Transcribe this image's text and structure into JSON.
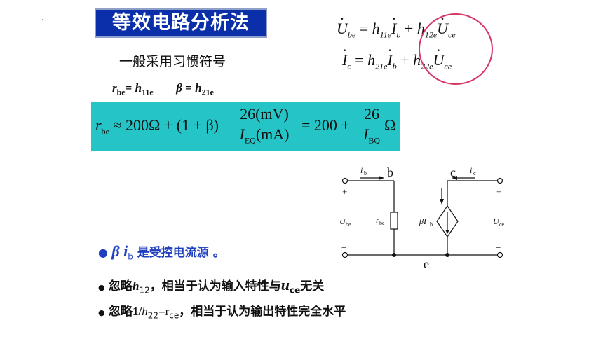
{
  "slide": {
    "title": "等效电路分析法",
    "subtitle": "一般采用习惯符号",
    "params": {
      "rbe_lhs": "r",
      "rbe_sub": "be",
      "eq1": "= ",
      "h11": "h",
      "h11_sub": "11e",
      "beta": "β",
      "eq2": " = ",
      "h21": "h",
      "h21_sub": "21e"
    },
    "equations": {
      "eq1": {
        "U": "U",
        "U_sub": "be",
        "equals": "=",
        "h1": "h",
        "h1_sub": "11e",
        "I": "I",
        "I_sub": "b",
        "plus": "+",
        "h2": "h",
        "h2_sub": "12e",
        "U2": "U",
        "U2_sub": "ce"
      },
      "eq2": {
        "I": "I",
        "I_sub": "c",
        "equals": "=",
        "h1": "h",
        "h1_sub": "21e",
        "I2": "I",
        "I2_sub": "b",
        "plus": "+",
        "h2": "h",
        "h2_sub": "22e",
        "U": "U",
        "U_sub": "ce"
      }
    },
    "formula": {
      "r": "r",
      "r_sub": "be",
      "approx": "≈ 200Ω + (1 + β)",
      "num1": "26(mV)",
      "den1_I": "I",
      "den1_sub": "EQ",
      "den1_unit": "(mA)",
      "mid": "= 200 +",
      "num2": "26",
      "den2_I": "I",
      "den2_sub": "BQ",
      "unit": "Ω"
    },
    "circuit": {
      "node_b": "b",
      "node_c": "c",
      "node_e": "e",
      "ib": "i",
      "ib_sub": "b",
      "ic": "i",
      "ic_sub": "c",
      "plus": "+",
      "minus": "−",
      "Ube": "U",
      "Ube_sub": "be",
      "Uce": "U",
      "Uce_sub": "ce",
      "rbe": "r",
      "rbe_sub": "be",
      "src": "βI",
      "src_sub": "b"
    },
    "bullets": {
      "b1_beta": "β i",
      "b1_sub": "b",
      "b1_text": " 是受控电流源 。",
      "b2_pre": "忽略",
      "b2_h": "h",
      "b2_hsub": "12",
      "b2_mid": "，相当于认为输入特性与",
      "b2_u": "u",
      "b2_usub": "ce",
      "b2_post": "无关",
      "b3_pre": "忽略",
      "b3_1": "1/",
      "b3_h": "h",
      "b3_hsub": "22",
      "b3_eq": "=r",
      "b3_rsub": "ce",
      "b3_post": "，相当于认为输出特性完全水平"
    },
    "colors": {
      "title_bg": "#0a2fa8",
      "formula_bg": "#25c4c7",
      "circle": "#d63565",
      "bullet_blue": "#1f3fbf"
    }
  }
}
